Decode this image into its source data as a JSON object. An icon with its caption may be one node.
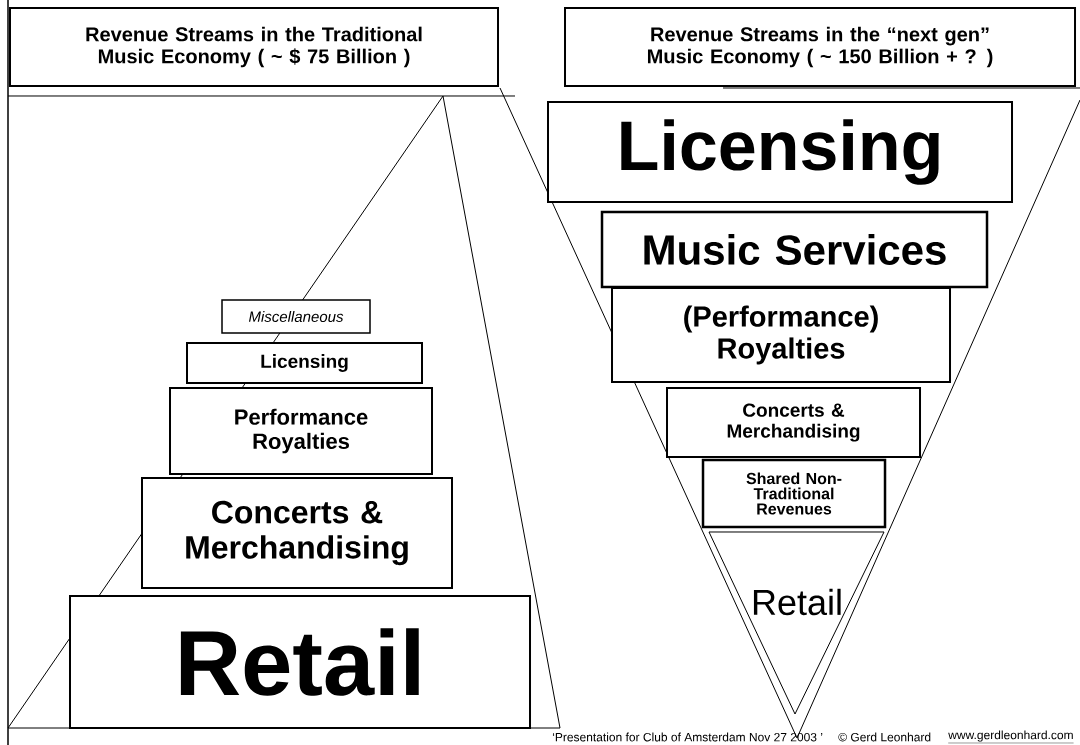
{
  "diagram": {
    "nodes": [
      {
        "text": [
          "Revenue Streams in the Traditional Music Economy ( ~ $ 75 Billion )"
        ]
      },
      {
        "text": [
          "Miscellaneous"
        ]
      },
      {
        "text": [
          "Licensing"
        ]
      },
      {
        "text": [
          "Performance Royalties"
        ]
      },
      {
        "text": [
          "Concerts & Merchandising"
        ]
      },
      {
        "text": [
          "Retail"
        ]
      },
      {
        "text": [
          "Revenue Streams in the “next gen” Music Economy ( ~ 150 Billion + ? )"
        ]
      },
      {
        "text": [
          "Licensing"
        ]
      },
      {
        "text": [
          "Music Services"
        ]
      },
      {
        "text": [
          "(Performance) Royalties"
        ]
      },
      {
        "text": [
          "Concerts & Merchandising"
        ]
      },
      {
        "text": [
          "Shared Non-Traditional Revenues"
        ]
      },
      {
        "text": [
          "Retail"
        ]
      }
    ],
    "labels": [
      "‘Presentation for Club of Amsterdam Nov 27 2003 ’",
      "© Gerd Leonhard",
      "www.gerdleonhard.com"
    ]
  }
}
